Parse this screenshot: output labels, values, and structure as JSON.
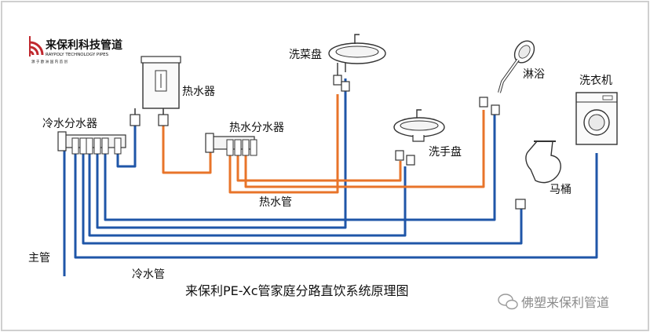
{
  "logo": {
    "name_cn": "来保利科技管道",
    "name_en": "RAYPOLY TECHNOLOGY PIPES",
    "tagline": "源 于 欧 洲   国 内 首 创",
    "brand_color": "#c0282e"
  },
  "labels": {
    "water_heater": "热水器",
    "cold_manifold": "冷水分水器",
    "hot_manifold": "热水分水器",
    "kitchen_sink": "洗菜盘",
    "wash_basin": "洗手盘",
    "shower": "淋浴",
    "washing_machine": "洗衣机",
    "toilet": "马桶",
    "hot_pipe": "热水管",
    "cold_pipe": "冷水管",
    "main_pipe": "主管"
  },
  "caption": "来保利PE-Xc管家庭分路直饮系统原理图",
  "watermark": "佛塑来保利管道",
  "colors": {
    "cold_pipe": "#1f56a8",
    "hot_pipe": "#e8742a",
    "outline": "#333333"
  }
}
